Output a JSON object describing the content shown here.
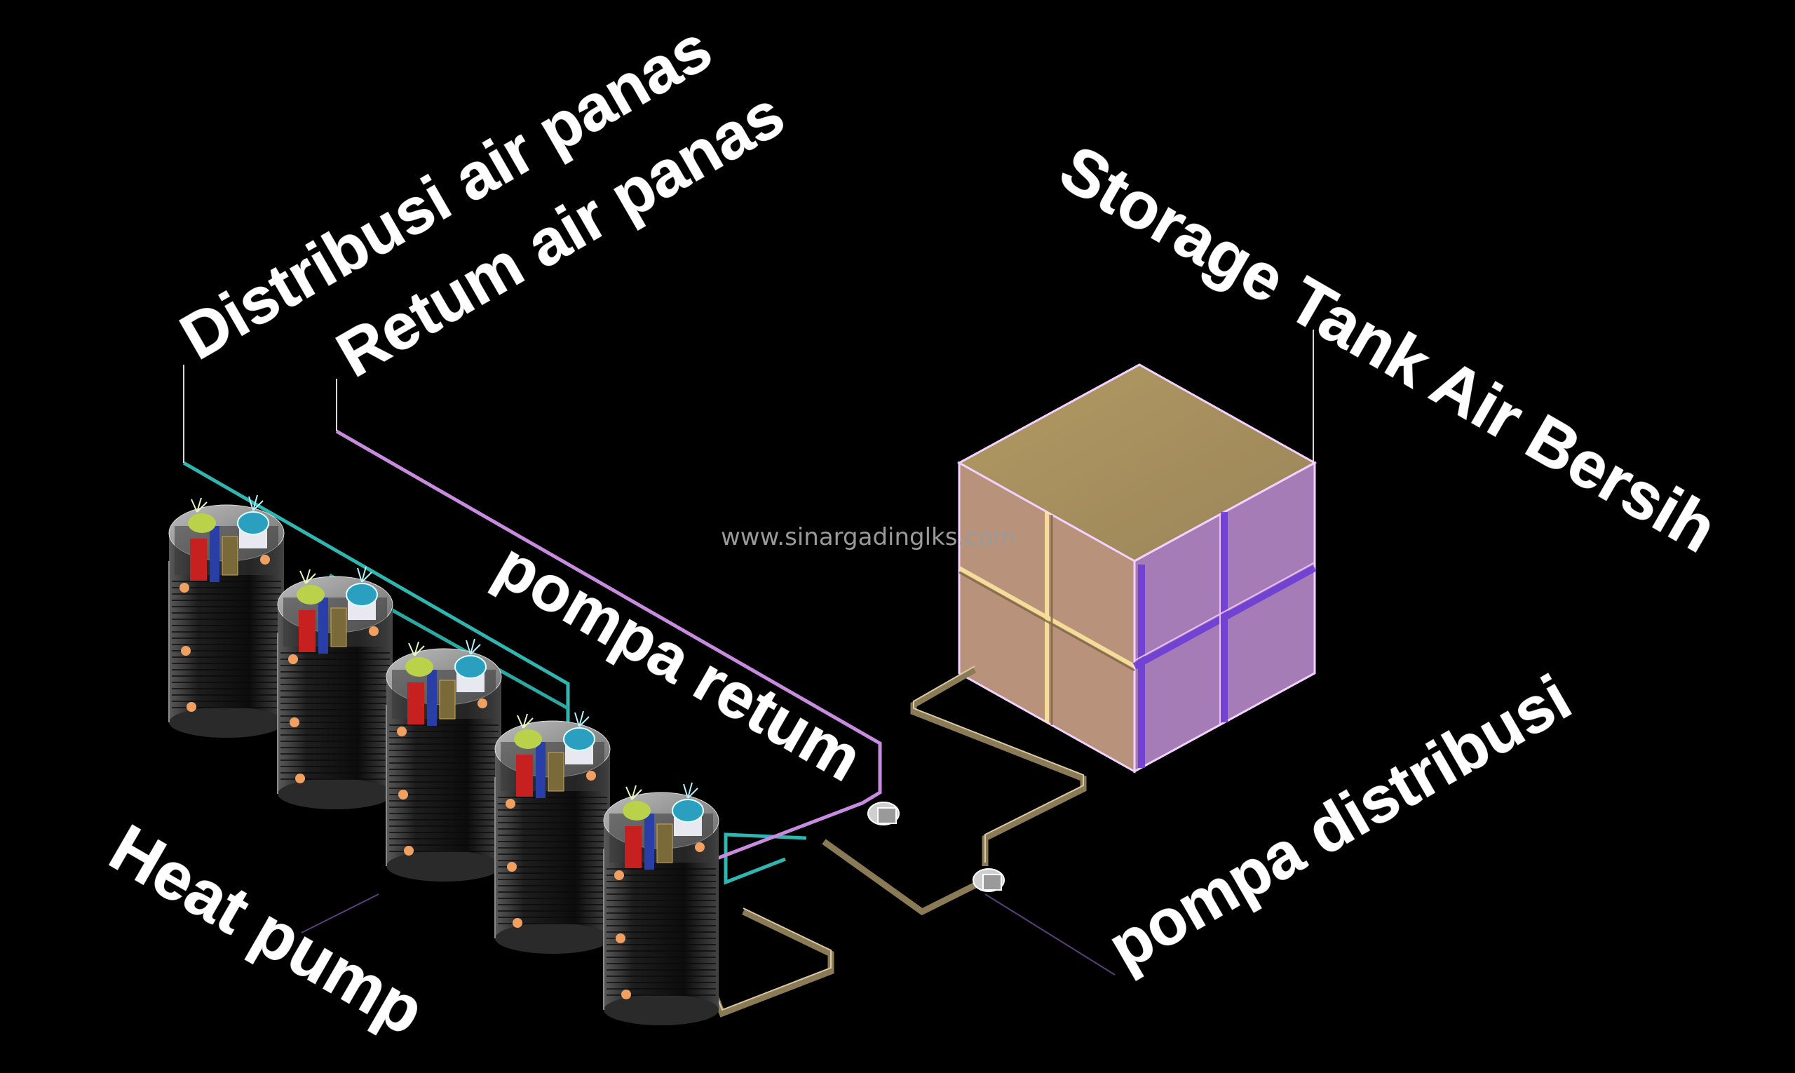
{
  "labels": {
    "distribusi_air_panas": "Distribusi air panas",
    "retum_air_panas": "Retum air panas",
    "storage_tank": "Storage Tank Air Bersih",
    "pompa_retum": "pompa retum",
    "pompa_distribusi": "pompa distribusi",
    "heat_pump": "Heat pump"
  },
  "watermark": "www.sinargadinglks.com",
  "colors": {
    "background": "#000000",
    "label_text": "#ffffff",
    "distribution_pipe": "#2fb6b0",
    "return_pipe": "#c98be0",
    "supply_pipe": "#8a7a55",
    "tank_top": "#a89060",
    "tank_left": "#b09070",
    "tank_right": "#a07cb0",
    "tank_edge": "#e8b8ff",
    "heat_pump_body": "#1b1b1b"
  },
  "heat_pump_count": 5
}
